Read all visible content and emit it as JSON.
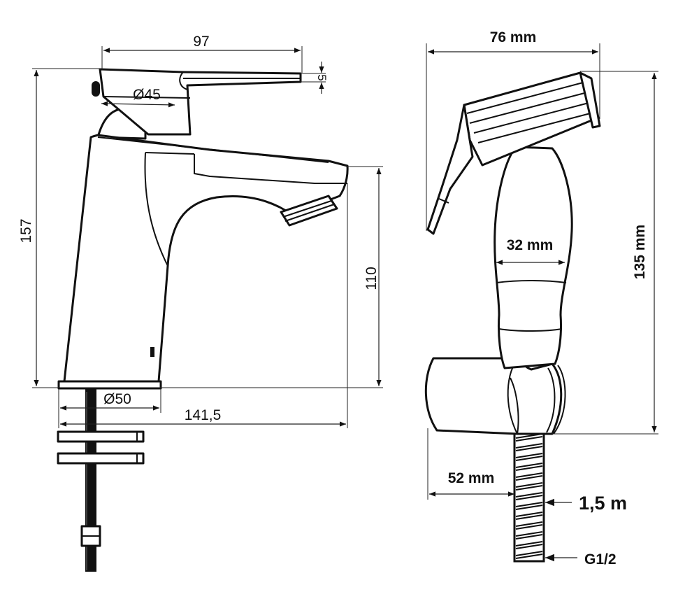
{
  "faucet": {
    "dimensions": {
      "handle_length": "97",
      "handle_thickness": "5",
      "body_diameter": "Ø45",
      "height": "157",
      "spout_height": "110",
      "base_diameter": "Ø50",
      "reach": "141,5"
    }
  },
  "hygienic_shower": {
    "dimensions": {
      "head_width": "76 mm",
      "handle_diameter": "32 mm",
      "total_length": "135 mm",
      "holder_depth": "52 mm",
      "hose_length": "1,5 m",
      "connection": "G1/2"
    }
  }
}
